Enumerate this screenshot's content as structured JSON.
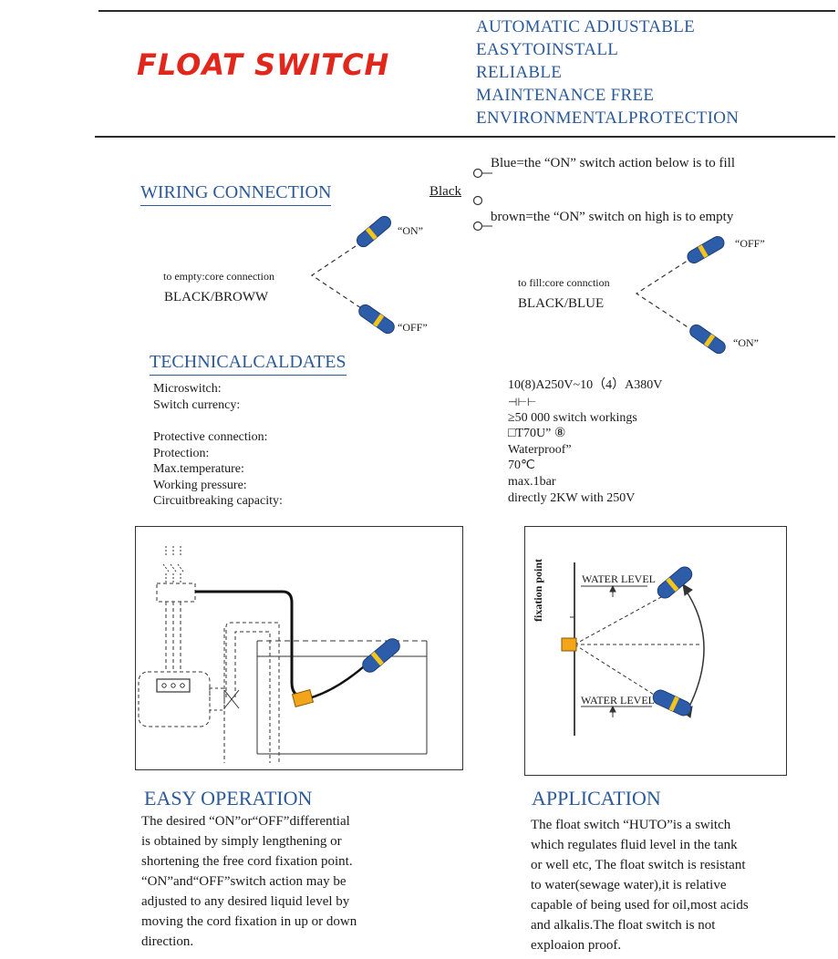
{
  "header": {
    "title": "FLOAT SWITCH",
    "features": [
      "AUTOMATIC ADJUSTABLE",
      "EASYTOINSTALL",
      "RELIABLE",
      "MAINTENANCE FREE",
      "ENVIRONMENTALPROTECTION"
    ]
  },
  "wiring": {
    "heading": "WIRING CONNECTION",
    "black_label": "Black",
    "blue_line": "Blue=the “ON” switch action below is to fill",
    "brown_line": "brown=the “ON” switch on high is to empty",
    "left": {
      "on_label": "“ON”",
      "off_label": "“OFF”",
      "caption": "to empty:core connection",
      "core": "BLACK/BROWW"
    },
    "right": {
      "off_label": "“OFF”",
      "on_label": "“ON”",
      "caption": "to fill:core connction",
      "core": "BLACK/BLUE"
    }
  },
  "technical": {
    "heading": "TECHNICALCALDATES",
    "labels_top": [
      "Microswitch:",
      "Switch currency:"
    ],
    "labels_bottom": [
      "Protective connection:",
      "Protection:",
      "Max.temperature:",
      "Working pressure:",
      "Circuitbreaking capacity:"
    ],
    "values": [
      "10(8)A250V~10（4）A380V",
      "⊣⊢⊢",
      "≥50 000 switch workings",
      "□T70U”",
      "⑧",
      "Waterproof”",
      "70℃",
      "max.1bar",
      "directly 2KW with 250V"
    ]
  },
  "diagram_right": {
    "vertical_label": "fixation point",
    "water_level_top": "WATER LEVEL",
    "water_level_bottom": "WATER LEVEL"
  },
  "easy_operation": {
    "heading": "EASY OPERATION",
    "lines": [
      "The desired “ON”or“OFF”differential",
      "is obtained by simply lengthening or",
      "shortening the free cord fixation point.",
      "“ON”and“OFF”switch action may be",
      "adjusted to any desired liquid level by",
      "moving the cord fixation in up or down",
      "direction."
    ]
  },
  "application": {
    "heading": "APPLICATION",
    "lines": [
      "The float switch “HUTO”is a switch",
      "which regulates fluid level in the tank",
      "or well etc, The float switch is resistant",
      "to water(sewage water),it is relative",
      "capable of being used for oil,most acids",
      "and alkalis.The float switch is not",
      "exploaion proof."
    ]
  },
  "colors": {
    "title_red": "#e1261c",
    "heading_blue": "#2a5a9a",
    "float_blue": "#2d5da8",
    "float_yellow": "#f5c518",
    "connector_orange": "#f2a51a"
  }
}
